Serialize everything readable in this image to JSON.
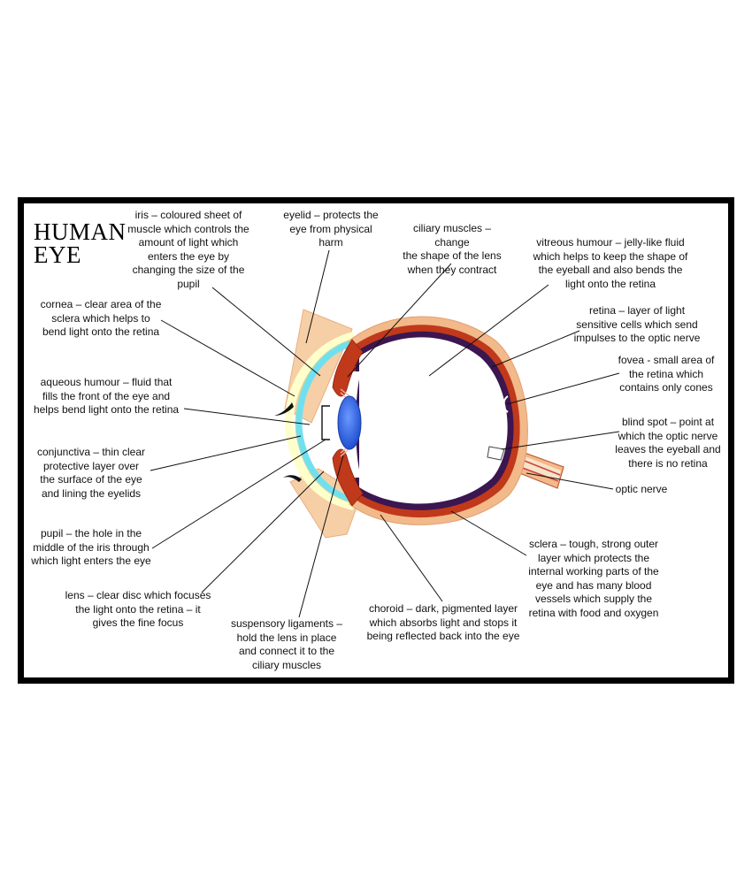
{
  "title": "HUMAN\nEYE",
  "labels": {
    "iris": "iris – coloured sheet of\nmuscle which controls the\namount of light which\nenters the eye by\nchanging the size of the\npupil",
    "eyelid": "eyelid – protects the\neye from physical\nharm",
    "ciliary": "ciliary muscles – change\nthe shape of the lens\nwhen they contract",
    "vitreous": "vitreous humour – jelly-like fluid\nwhich helps to keep the shape of\nthe eyeball and also bends the\nlight onto the retina",
    "cornea": "cornea – clear area of the\nsclera which helps to\nbend light onto the retina",
    "retina": "retina – layer of light\nsensitive cells which send\nimpulses to the optic nerve",
    "fovea": "fovea - small area of\nthe retina which\ncontains only cones",
    "aqueous": "aqueous humour – fluid that\nfills the front of the eye and\nhelps bend light onto the retina",
    "blindspot": "blind spot – point at\nwhich the optic nerve\nleaves the eyeball and\nthere is no retina",
    "conjunctiva": "conjunctiva – thin clear\nprotective layer over\nthe surface of the eye\nand lining the eyelids",
    "optic": "optic nerve",
    "pupil": "pupil – the hole in the\nmiddle of the iris through\nwhich light enters the eye",
    "sclera": "sclera – tough, strong outer\nlayer which protects the\ninternal working parts of the\neye and has many blood\nvessels which supply the\nretina with food and oxygen",
    "lens": "lens – clear disc which focuses\nthe light onto the retina – it\ngives the fine focus",
    "choroid": "choroid – dark, pigmented layer\nwhich absorbs light and stops it\nbeing reflected back into the eye",
    "suspensory": "suspensory ligaments –\nhold the lens in place\nand connect it to the\nciliary muscles"
  },
  "colors": {
    "sclera": "#f2b98a",
    "choroid": "#c0391b",
    "retina": "#3b1650",
    "eyelid": "#f6cfa6",
    "cornea": "#6fe0f0",
    "lens": "#3c6ee8",
    "frame": "#000000"
  }
}
